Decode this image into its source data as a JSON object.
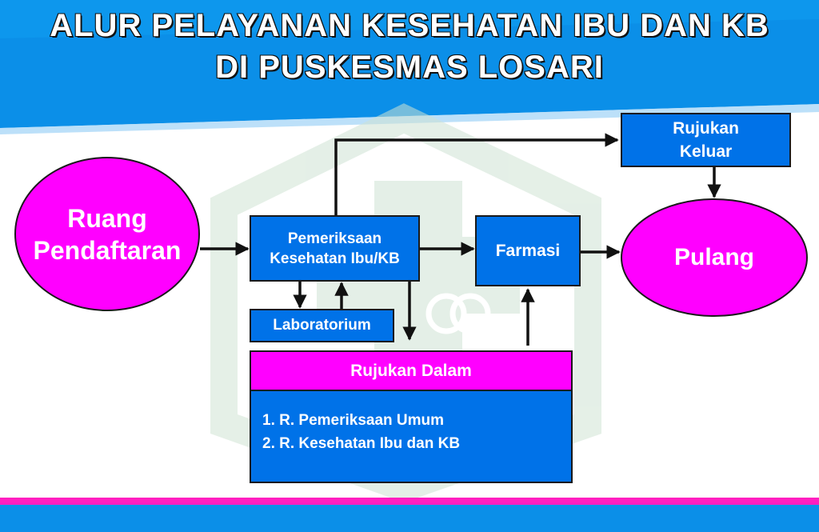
{
  "title": {
    "line1": "ALUR PELAYANAN KESEHATAN IBU DAN KB",
    "line2": "DI PUSKESMAS LOSARI"
  },
  "nodes": {
    "ruang": {
      "line1": "Ruang",
      "line2": "Pendaftaran"
    },
    "pemeriksaan": {
      "line1": "Pemeriksaan",
      "line2": "Kesehatan Ibu/KB"
    },
    "farmasi": {
      "label": "Farmasi"
    },
    "pulang": {
      "label": "Pulang"
    },
    "laboratorium": {
      "label": "Laboratorium"
    },
    "rujukan_keluar": {
      "line1": "Rujukan",
      "line2": "Keluar"
    },
    "rujukan_dalam": {
      "header": "Rujukan Dalam",
      "items": [
        "1. R. Pemeriksaan Umum",
        "2. R. Kesehatan Ibu dan KB"
      ]
    }
  },
  "colors": {
    "box_blue": "#0072e8",
    "node_magenta": "#ff00ff",
    "header_blue": "#0a8ee6",
    "watermark_green": "#cfe3d4"
  },
  "icons": {
    "watermark": "puskesmas-logo-icon"
  }
}
